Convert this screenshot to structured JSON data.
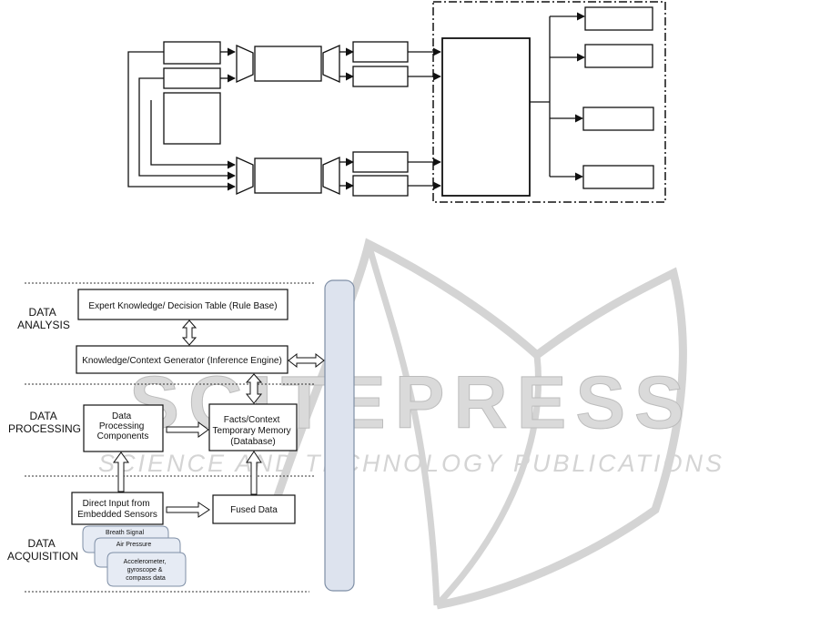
{
  "colors": {
    "line": "#111111",
    "band_fill": "#dde3ee",
    "band_stroke": "#7f8fa6",
    "watermark": "#d4d4d4"
  },
  "watermark": {
    "main_text": "SCITEPRESS",
    "sub_text": "SCIENCE AND TECHNOLOGY PUBLICATIONS"
  },
  "sections": {
    "analysis": [
      "DATA",
      "ANALYSIS"
    ],
    "processing": [
      "DATA",
      "PROCESSING"
    ],
    "acquisition": [
      "DATA",
      "ACQUISITION"
    ]
  },
  "boxes": {
    "rule_base": "Expert Knowledge/ Decision Table (Rule Base)",
    "inference": "Knowledge/Context Generator (Inference Engine)",
    "processing_components": [
      "Data",
      "Processing",
      "Components"
    ],
    "temporary_memory": [
      "Facts/Context",
      "Temporary Memory",
      "(Database)"
    ],
    "direct_input": [
      "Direct Input  from",
      "Embedded Sensors"
    ],
    "fused_data": "Fused Data"
  },
  "sensors": {
    "breath": "Breath Signal",
    "pressure": "Air Pressure",
    "motion": [
      "Accelerometer,",
      "gyroscope &",
      "compass  data"
    ]
  }
}
